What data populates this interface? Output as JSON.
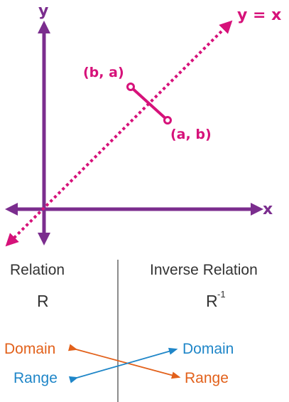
{
  "colors": {
    "axis": "#7b2d8e",
    "line": "#d6127a",
    "text": "#333333",
    "domain": "#e2611b",
    "range": "#1f86c8",
    "divider": "#666666"
  },
  "graph": {
    "y_axis_label": "y",
    "x_axis_label": "x",
    "diagonal_label": "y = x",
    "point_ba_label": "(b, a)",
    "point_ab_label": "(a, b)"
  },
  "table": {
    "left_heading": "Relation",
    "right_heading": "Inverse Relation",
    "left_symbol": "R",
    "right_symbol": "R",
    "right_symbol_sup": "-1",
    "left_domain": "Domain",
    "left_range": "Range",
    "right_domain": "Domain",
    "right_range": "Range"
  },
  "icons": {
    "arrow_domain_to_range": "arrow-icon",
    "arrow_range_to_domain": "arrow-icon"
  }
}
